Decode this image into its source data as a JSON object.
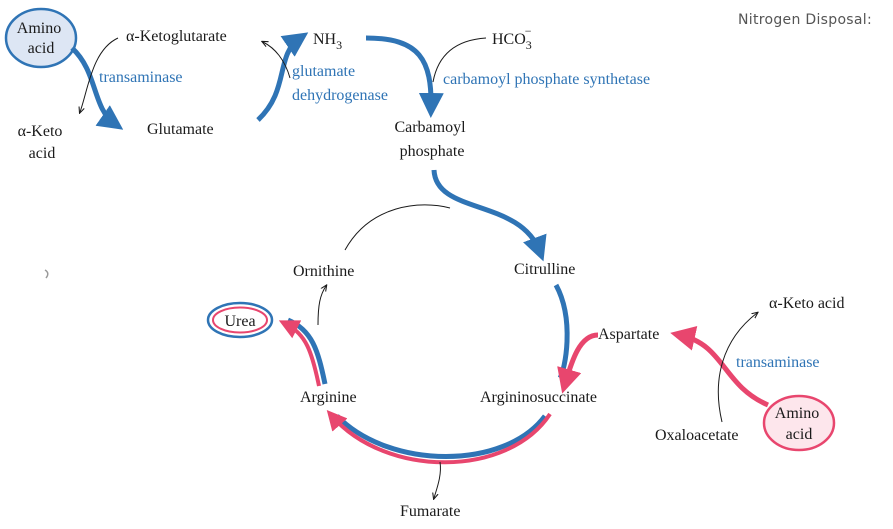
{
  "header": {
    "title": "Nitrogen Disposal:"
  },
  "top": {
    "amino_acid": [
      "Amino",
      "acid"
    ],
    "alpha_ketoglutarate": "α-Ketoglutarate",
    "transaminase": "transaminase",
    "alpha_keto_acid": [
      "α-Keto",
      "acid"
    ],
    "glutamate": "Glutamate",
    "nh3": "NH",
    "nh3_sub": "3",
    "glutamate_dehydrogenase": [
      "glutamate",
      "dehydrogenase"
    ],
    "hco3": "HCO",
    "hco3_sub": "3",
    "hco3_sup": "−",
    "carbamoyl_phosphate_synthetase": "carbamoyl phosphate synthetase",
    "carbamoyl_phosphate": [
      "Carbamoyl",
      "phosphate"
    ]
  },
  "cycle": {
    "ornithine": "Ornithine",
    "citrulline": "Citrulline",
    "urea": "Urea",
    "arginine": "Arginine",
    "argininosuccinate": "Argininosuccinate",
    "fumarate": "Fumarate",
    "aspartate": "Aspartate"
  },
  "side": {
    "alpha_keto_acid": "α-Keto acid",
    "transaminase": "transaminase",
    "oxaloacetate": "Oxaloacetate",
    "amino_acid": [
      "Amino",
      "acid"
    ]
  },
  "colors": {
    "blue": "#2f74b5",
    "pink": "#e8466e",
    "amino_fill": "#dde6f4",
    "amino_pink_fill": "#fde6ec"
  }
}
